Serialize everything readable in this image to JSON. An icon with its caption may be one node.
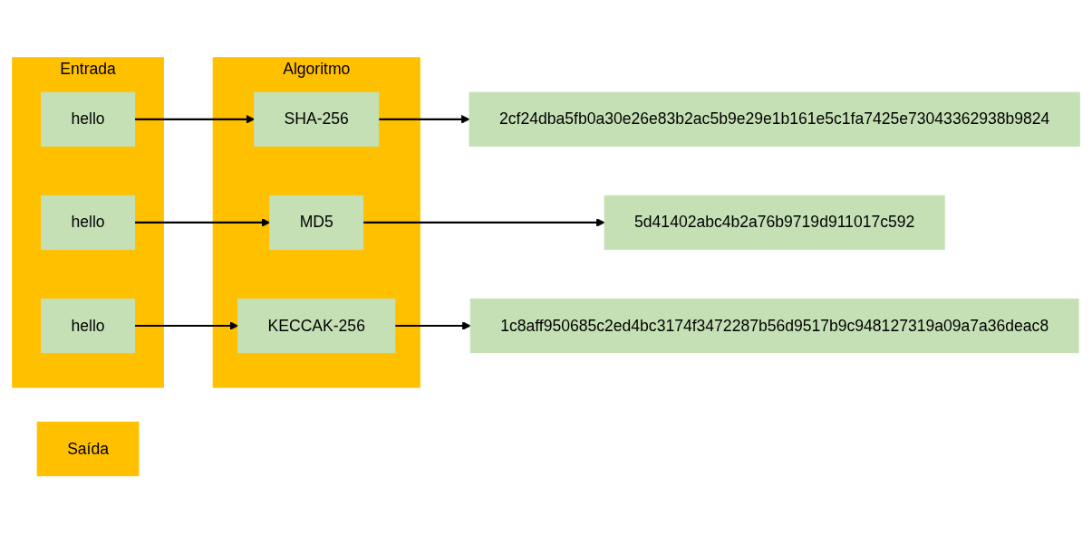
{
  "diagram": {
    "nodes": [
      {
        "text": [
          "Entrada"
        ]
      },
      {
        "text": [
          "hello"
        ],
        "in": 0
      },
      {
        "text": [
          "hello"
        ],
        "in": 0
      },
      {
        "text": [
          "hello"
        ],
        "in": 0
      },
      {
        "text": [
          "Algoritmo"
        ]
      },
      {
        "text": [
          "SHA-256"
        ],
        "in": 4
      },
      {
        "text": [
          "MD5"
        ],
        "in": 4
      },
      {
        "text": [
          "KECCAK-256"
        ],
        "in": 4
      },
      {
        "text": [
          "Saída"
        ]
      },
      {
        "text": [
          "2cf24dba5fb0a30e26e83b2ac5b9e29e1b161e5c1fa7425e73043362938b9824"
        ]
      },
      {
        "text": [
          "5d41402abc4b2a76b9719d911017c592"
        ]
      },
      {
        "text": [
          "1c8aff950685c2ed4bc3174f3472287b56d9517b9c948127319a09a7a36deac8"
        ]
      }
    ],
    "edges": [
      {
        "from": 1,
        "to": 5,
        "arrow": "to"
      },
      {
        "from": 5,
        "to": 9,
        "arrow": "to"
      },
      {
        "from": 2,
        "to": 6,
        "arrow": "to"
      },
      {
        "from": 6,
        "to": 10,
        "arrow": "to"
      },
      {
        "from": 3,
        "to": 7,
        "arrow": "to"
      },
      {
        "from": 7,
        "to": 11,
        "arrow": "to"
      }
    ]
  }
}
